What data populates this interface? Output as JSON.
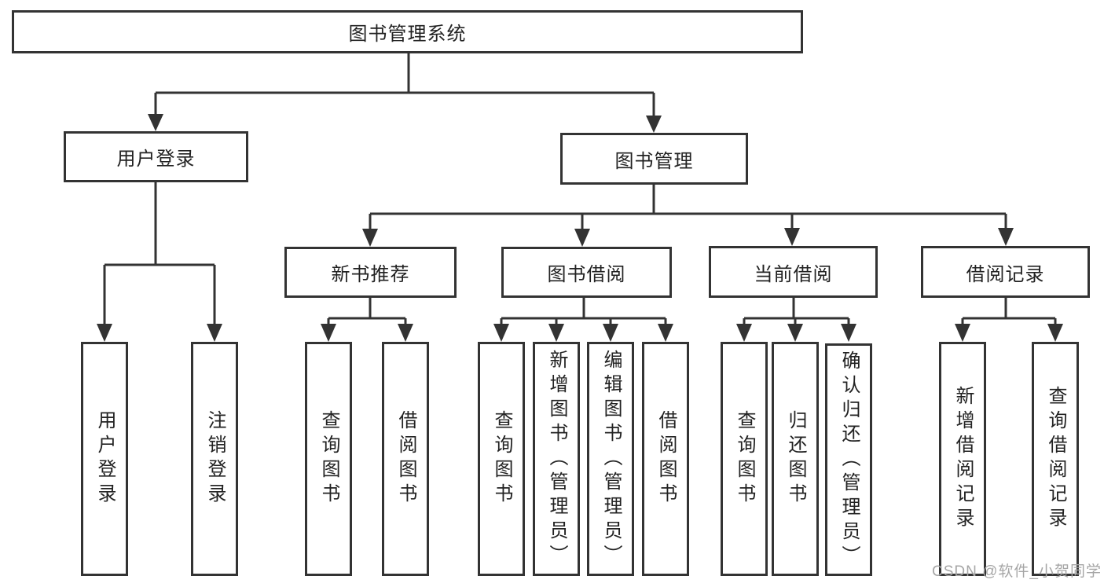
{
  "diagram": {
    "root": {
      "label": "图书管理系统"
    },
    "userLogin": {
      "label": "用户登录",
      "children": {
        "login": "用户登录",
        "logout": "注销登录"
      }
    },
    "bookMgmt": {
      "label": "图书管理",
      "children": {
        "newBookRec": {
          "label": "新书推荐",
          "children": {
            "query": "查询图书",
            "borrow": "借阅图书"
          }
        },
        "bookBorrow": {
          "label": "图书借阅",
          "children": {
            "query": "查询图书",
            "add": "新增图书（管理员）",
            "edit": "编辑图书（管理员）",
            "borrow": "借阅图书"
          }
        },
        "currentBorrow": {
          "label": "当前借阅",
          "children": {
            "query": "查询图书",
            "return": "归还图书",
            "confirm": "确认归还（管理员）"
          }
        },
        "borrowRecord": {
          "label": "借阅记录",
          "children": {
            "add": "新增借阅记录",
            "query": "查询借阅记录"
          }
        }
      }
    }
  },
  "watermark": "CSDN @软件_小贺同学",
  "colors": {
    "line": "#333333",
    "text": "#222222",
    "watermark": "#a6a6a6",
    "background": "#ffffff"
  }
}
